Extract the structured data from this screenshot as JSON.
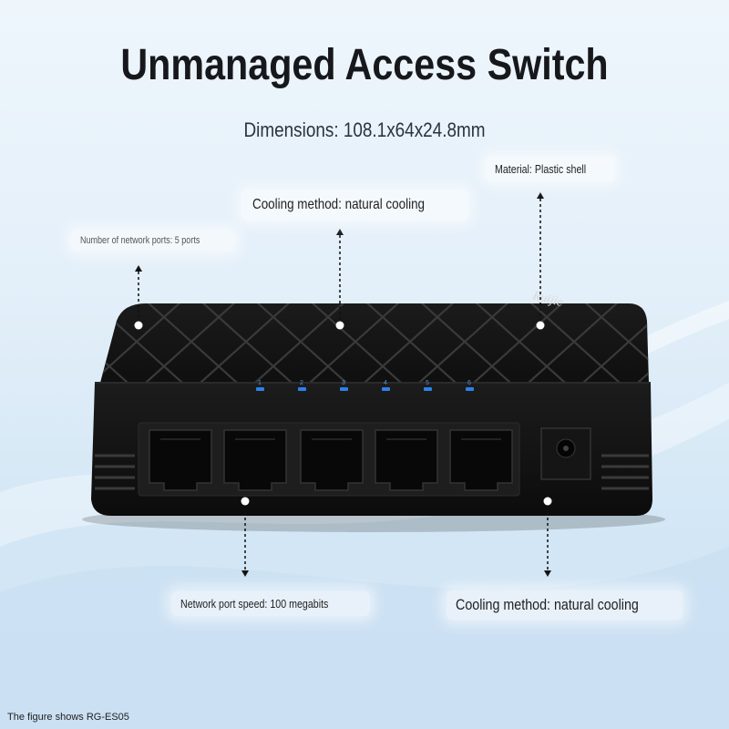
{
  "title": "Unmanaged Access Switch",
  "subtitle": "Dimensions: 108.1x64x24.8mm",
  "labels": {
    "ports": "Number of network ports: 5 ports",
    "material": "Material: Plastic shell",
    "cooling_top": "Cooling method: natural cooling",
    "speed": "Network port speed: 100 megabits",
    "cooling_bottom": "Cooling method: natural cooling"
  },
  "caption": "The figure shows RG-ES05",
  "device": {
    "brand": "Ruijie",
    "port_numbers": [
      "1",
      "2",
      "3",
      "4",
      "5",
      "6"
    ],
    "color": "#141414",
    "led_color": "#2f7fe8"
  }
}
